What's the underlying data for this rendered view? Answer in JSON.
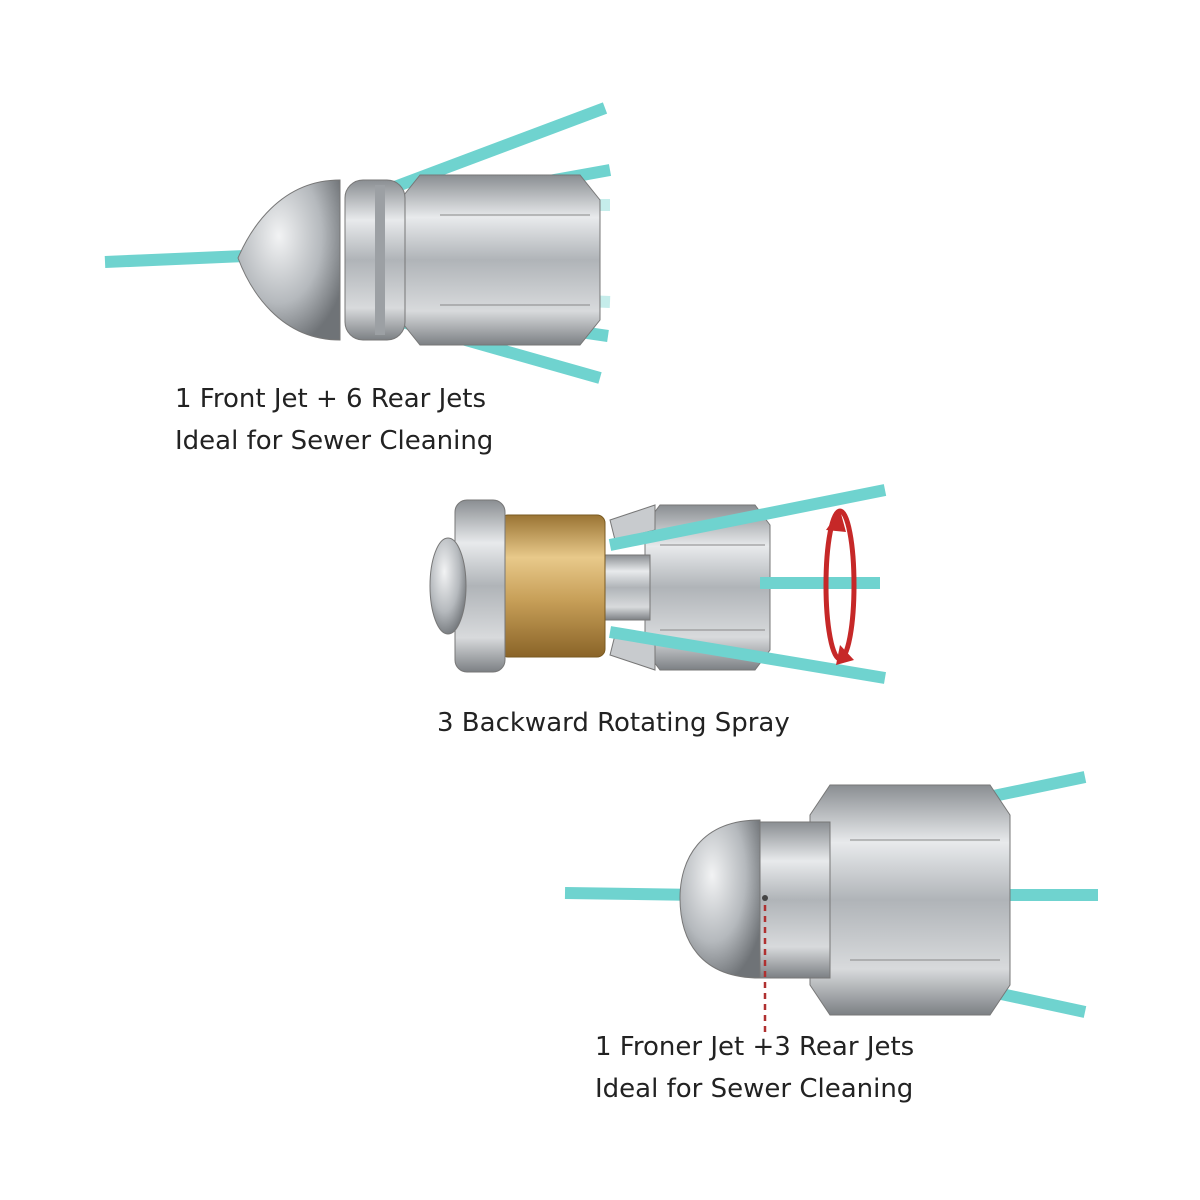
{
  "captions": {
    "nozzle1": {
      "line1": "1 Front Jet + 6 Rear Jets",
      "line2": "Ideal for Sewer Cleaning"
    },
    "nozzle2": {
      "line1": "3 Backward Rotating Spray"
    },
    "nozzle3": {
      "line1": "1 Froner Jet +3 Rear Jets",
      "line2": "Ideal for Sewer Cleaning"
    }
  },
  "colors": {
    "jet": "#6fd3cf",
    "steel": "#b8bcc0",
    "brass": "#c9a25c",
    "arrow": "#c62828"
  }
}
